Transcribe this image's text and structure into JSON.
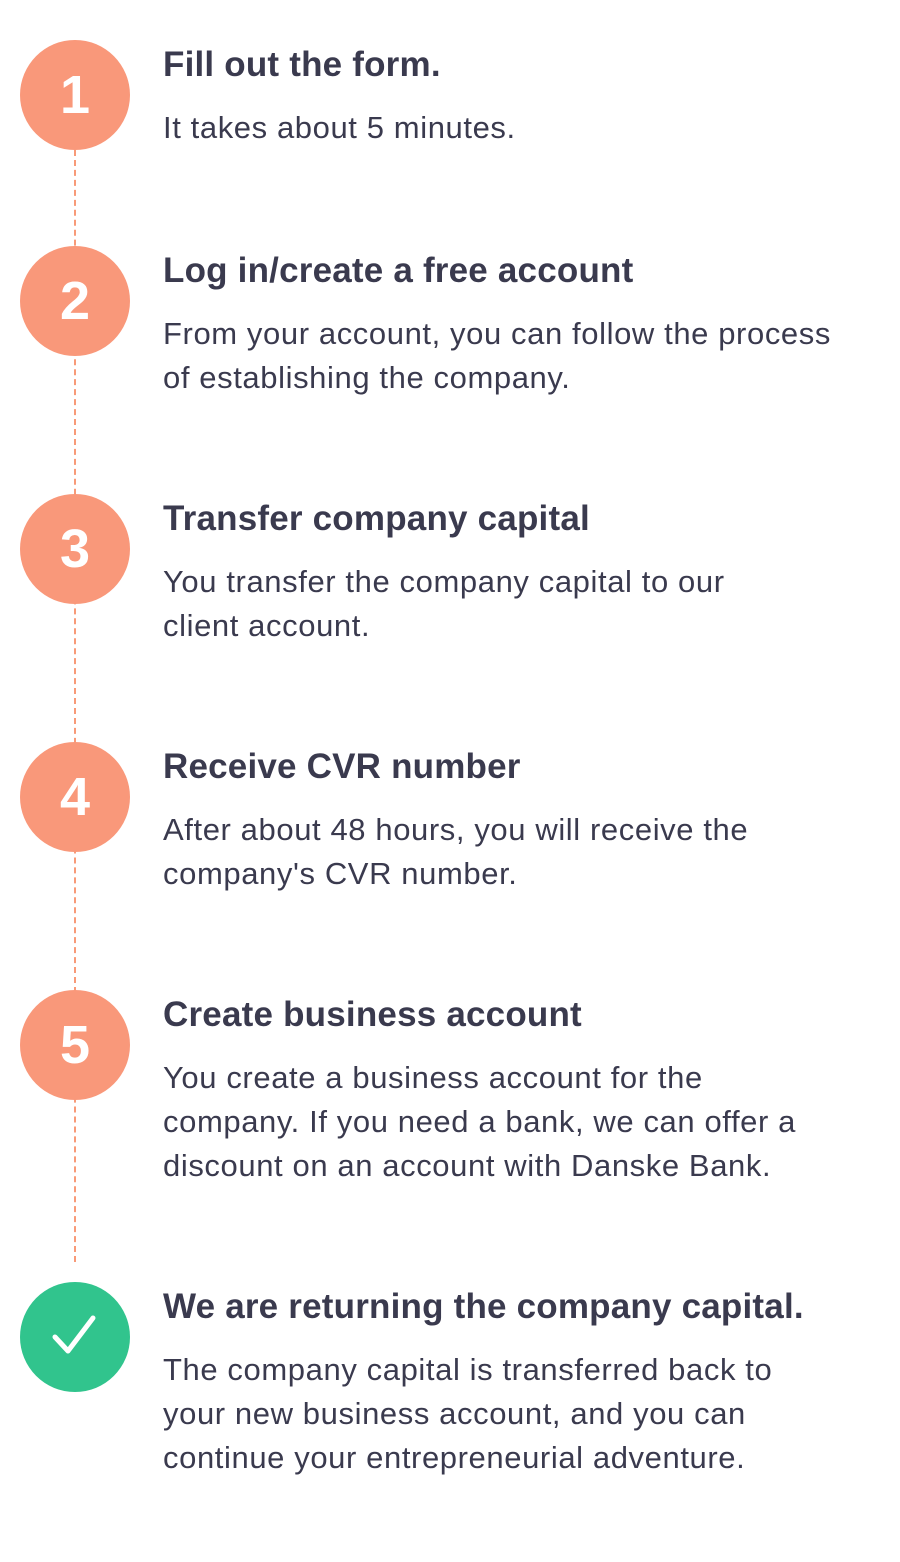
{
  "colors": {
    "step": "#f9987a",
    "done": "#31c48d",
    "text": "#3a3a4e"
  },
  "steps": [
    {
      "number": "1",
      "title": "Fill out the form.",
      "lines": [
        "It takes about 5 minutes."
      ]
    },
    {
      "number": "2",
      "title": "Log in/create a free account",
      "lines": [
        "From your account, you can follow the process",
        "of establishing the company."
      ]
    },
    {
      "number": "3",
      "title": "Transfer company capital",
      "lines": [
        "You transfer the company capital to our",
        "client account."
      ]
    },
    {
      "number": "4",
      "title": "Receive CVR number",
      "lines": [
        "After about 48 hours, you will receive the",
        "company's CVR number."
      ]
    },
    {
      "number": "5",
      "title": "Create business account",
      "lines": [
        "You create a business account for the",
        "company. If you need a bank, we can offer a",
        "discount on an account with Danske Bank."
      ]
    },
    {
      "icon": "check-icon",
      "title": "We are returning the company capital.",
      "lines": [
        "The company capital is transferred back to",
        "your new business account, and you can",
        "continue your entrepreneurial adventure."
      ]
    }
  ]
}
